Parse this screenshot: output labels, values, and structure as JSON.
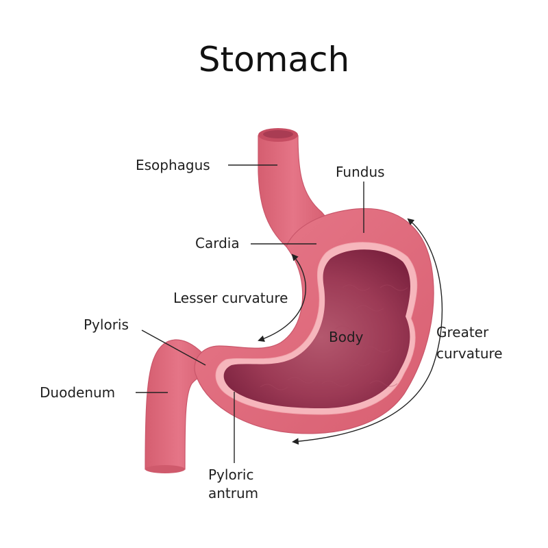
{
  "title": "Stomach",
  "labels": {
    "esophagus": "Esophagus",
    "fundus": "Fundus",
    "cardia": "Cardia",
    "lesser_curvature": "Lesser curvature",
    "pyloris": "Pyloris",
    "body": "Body",
    "greater_curvature_line1": "Greater",
    "greater_curvature_line2": "curvature",
    "duodenum": "Duodenum",
    "pyloric_antrum_line1": "Pyloric",
    "pyloric_antrum_line2": "antrum"
  },
  "colors": {
    "outer_wall": "#df6b7a",
    "outer_wall_edge": "#c9566a",
    "inner_lining": "#f6b6bc",
    "cavity": "#8f2f49",
    "cavity_light": "#b3566c",
    "text": "#1e1e1e"
  }
}
